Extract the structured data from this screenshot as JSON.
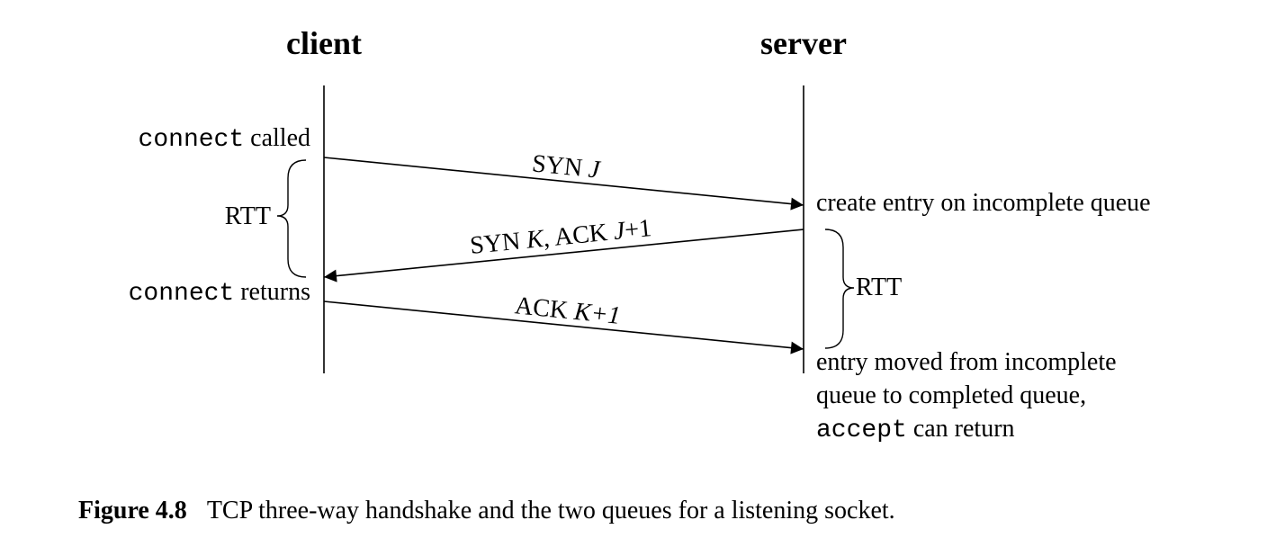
{
  "diagram": {
    "client_label": "client",
    "server_label": "server",
    "client_events": {
      "connect_called_code": "connect",
      "connect_called_text": " called",
      "rtt": "RTT",
      "connect_returns_code": "connect",
      "connect_returns_text": " returns"
    },
    "server_events": {
      "create_entry": "create entry on incomplete queue",
      "rtt": "RTT",
      "entry_moved_line1": "entry moved from incomplete",
      "entry_moved_line2": "queue to completed queue,",
      "accept_code": "accept",
      "accept_text": " can return"
    },
    "messages": {
      "syn_prefix": "SYN ",
      "syn_var": "J",
      "synack_prefix": "SYN ",
      "synack_var1": "K",
      "synack_middle": ", ACK ",
      "synack_var2": "J",
      "synack_suffix": "+1",
      "ack_prefix": "ACK ",
      "ack_var": "K",
      "ack_suffix": "+1"
    }
  },
  "caption": {
    "figure_number": "Figure 4.8",
    "text": "TCP three-way handshake and the two queues for a listening socket."
  }
}
